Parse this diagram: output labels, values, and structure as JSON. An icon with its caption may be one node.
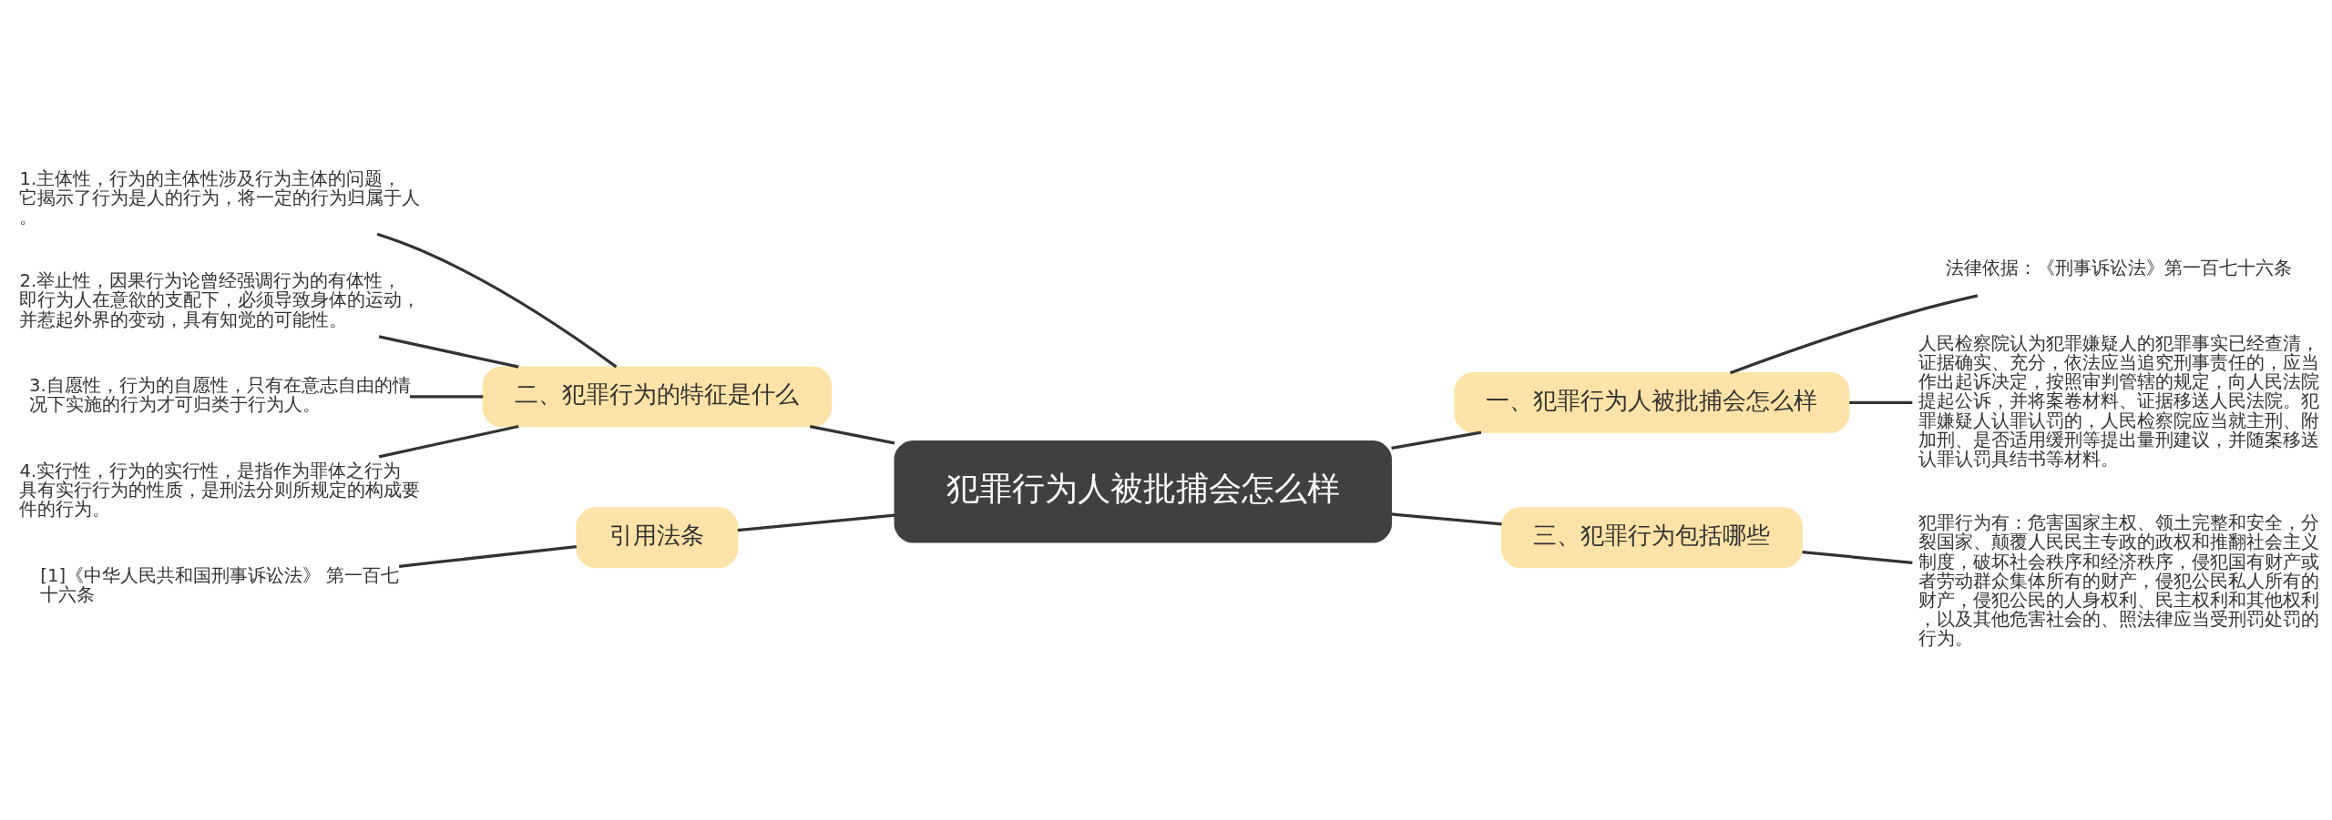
{
  "diagram": {
    "nodes": [
      {
        "text": [
          "犯罪行为人被批捕会怎么样"
        ]
      },
      {
        "text": [
          "二、犯罪行为的特征是什么"
        ]
      },
      {
        "text": [
          "1.主体性，行为的主体性涉及行为主体的问题，它揭示了行为是人的行为，将一定的行为归属于人。"
        ]
      },
      {
        "text": [
          "2.举止性，因果行为论曾经强调行为的有体性，即行为人在意欲的支配下，必须导致身体的运动，并惹起外界的变动，具有知觉的可能性。"
        ]
      },
      {
        "text": [
          "3.自愿性，行为的自愿性，只有在意志自由的情况下实施的行为才可归类于行为人。"
        ]
      },
      {
        "text": [
          "4.实行性，行为的实行性，是指作为罪体之行为具有实行行为的性质，是刑法分则所规定的构成要件的行为。"
        ]
      },
      {
        "text": [
          "引用法条"
        ]
      },
      {
        "text": [
          "[1]《中华人民共和国刑事诉讼法》 第一百七十六条"
        ]
      },
      {
        "text": [
          "一、犯罪行为人被批捕会怎么样"
        ]
      },
      {
        "text": [
          "法律依据：《刑事诉讼法》第一百七十六条"
        ]
      },
      {
        "text": [
          "人民检察院认为犯罪嫌疑人的犯罪事实已经查清，证据确实、充分，依法应当追究刑事责任的，应当作出起诉决定，按照审判管辖的规定，向人民法院提起公诉，并将案卷材料、证据移送人民法院。犯罪嫌疑人认罪认罚的，人民检察院应当就主刑、附加刑、是否适用缓刑等提出量刑建议，并随案移送认罪认罚具结书等材料。"
        ]
      },
      {
        "text": [
          "三、犯罪行为包括哪些"
        ]
      },
      {
        "text": [
          "犯罪行为有：危害国家主权、领土完整和安全，分裂国家、颠覆人民民主专政的政权和推翻社会主义制度，破坏社会秩序和经济秩序，侵犯国有财产或者劳动群众集体所有的财产，侵犯公民私人所有的财产，侵犯公民的人身权利、民主权利和其他权利，以及其他危害社会的、照法律应当受刑罚处罚的行为。"
        ]
      }
    ],
    "edges": [
      {
        "from": 2,
        "to": 1,
        "arrow": "none"
      },
      {
        "from": 3,
        "to": 1,
        "arrow": "none"
      },
      {
        "from": 4,
        "to": 1,
        "arrow": "none"
      },
      {
        "from": 5,
        "to": 1,
        "arrow": "none"
      },
      {
        "from": 1,
        "to": 0,
        "arrow": "none"
      },
      {
        "from": 7,
        "to": 6,
        "arrow": "none"
      },
      {
        "from": 6,
        "to": 0,
        "arrow": "none"
      },
      {
        "from": 0,
        "to": 8,
        "arrow": "none"
      },
      {
        "from": 8,
        "to": 9,
        "arrow": "none"
      },
      {
        "from": 8,
        "to": 10,
        "arrow": "none"
      },
      {
        "from": 0,
        "to": 11,
        "arrow": "none"
      },
      {
        "from": 11,
        "to": 12,
        "arrow": "none"
      }
    ]
  }
}
